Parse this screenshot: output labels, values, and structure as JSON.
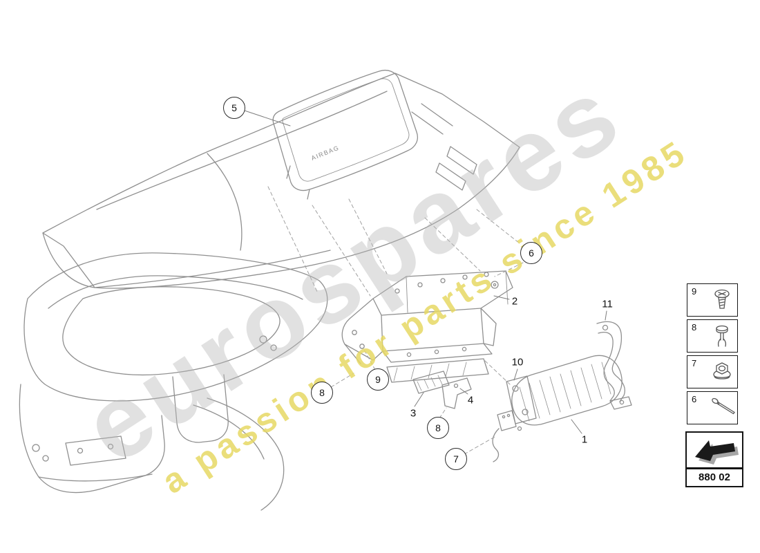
{
  "watermark": {
    "brand": "eurospares",
    "tagline": "a passion for parts since 1985"
  },
  "diagram": {
    "airbag_label": "AIRBAG"
  },
  "callouts": {
    "c5": "5",
    "c6": "6",
    "c8a": "8",
    "c9": "9",
    "c8b": "8",
    "c7": "7",
    "p1": "1",
    "p2": "2",
    "p3": "3",
    "p4": "4",
    "p10": "10",
    "p11": "11"
  },
  "legend": {
    "items": [
      {
        "number": "9",
        "icon": "screw-icon"
      },
      {
        "number": "8",
        "icon": "rivet-icon"
      },
      {
        "number": "7",
        "icon": "flange-nut-icon"
      },
      {
        "number": "6",
        "icon": "pin-icon"
      }
    ]
  },
  "part_code": {
    "label": "880 02"
  },
  "colors": {
    "line_art": "#8f8f8f",
    "watermark_gray": "#b7b7b7",
    "watermark_yellow": "#e6d864",
    "ink": "#1a1a1a"
  }
}
